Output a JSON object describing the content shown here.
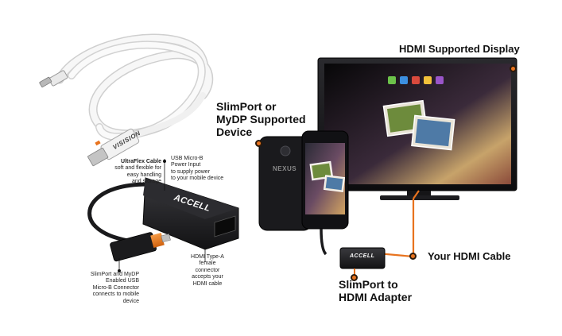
{
  "labels": {
    "hdmi_display": "HDMI Supported Display",
    "slimport_device_line1": "SlimPort or",
    "slimport_device_line2": "MyDP Supported",
    "slimport_device_line3": "Device",
    "hdmi_cable": "Your HDMI Cable",
    "adapter_line1": "SlimPort to",
    "adapter_line2": "HDMI Adapter"
  },
  "callouts": {
    "ultraflex_title": "UltraFlex  Cable",
    "ultraflex_line1": "soft and flexible for",
    "ultraflex_line2": "easy handling",
    "ultraflex_line3": "and storage",
    "usb_power_line1": "USB Micro-B",
    "usb_power_line2": "Power Input",
    "usb_power_line3": "to supply power",
    "usb_power_line4": "to your mobile device",
    "hdmi_type_line1": "HDMI Type-A",
    "hdmi_type_line2": "female connector",
    "hdmi_type_line3": "accepts your",
    "hdmi_type_line4": "HDMI cable",
    "connector_line1": "SlimPort and MyDP",
    "connector_line2": "Enabled USB",
    "connector_line3": "Micro-B Connector",
    "connector_line4": "connects to mobile",
    "connector_line5": "device"
  },
  "brands": {
    "visision": "VISISION",
    "accell": "ACCELL",
    "nexus": "NEXUS"
  },
  "colors": {
    "accent_orange": "#e8731e",
    "cable_white": "#f2f2f2",
    "adapter_black": "#1c1c1e",
    "screen_bg": "#0b0b0d"
  }
}
